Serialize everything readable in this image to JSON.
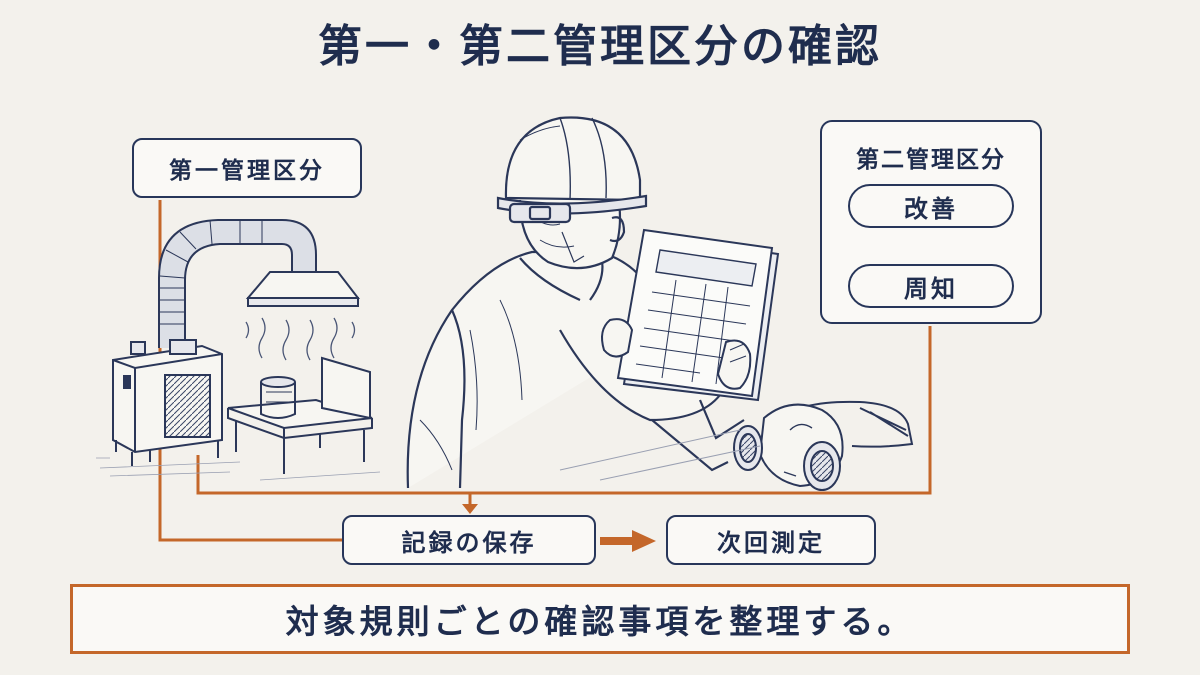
{
  "title": "第一・第二管理区分の確認",
  "class1_label": "第一管理区分",
  "class2": {
    "label": "第二管理区分",
    "steps": [
      "改善",
      "周知"
    ]
  },
  "flow": {
    "record": "記録の保存",
    "next": "次回測定"
  },
  "banner": "対象規則ごとの確認事項を整理する。",
  "colors": {
    "navy": "#1f2d4e",
    "accent": "#c4672a",
    "background": "#f3f1ec"
  },
  "icons": [
    "local-exhaust-ventilation-icon",
    "worker-helmet-icon",
    "clipboard-sheet-icon",
    "respirator-mask-icon"
  ]
}
